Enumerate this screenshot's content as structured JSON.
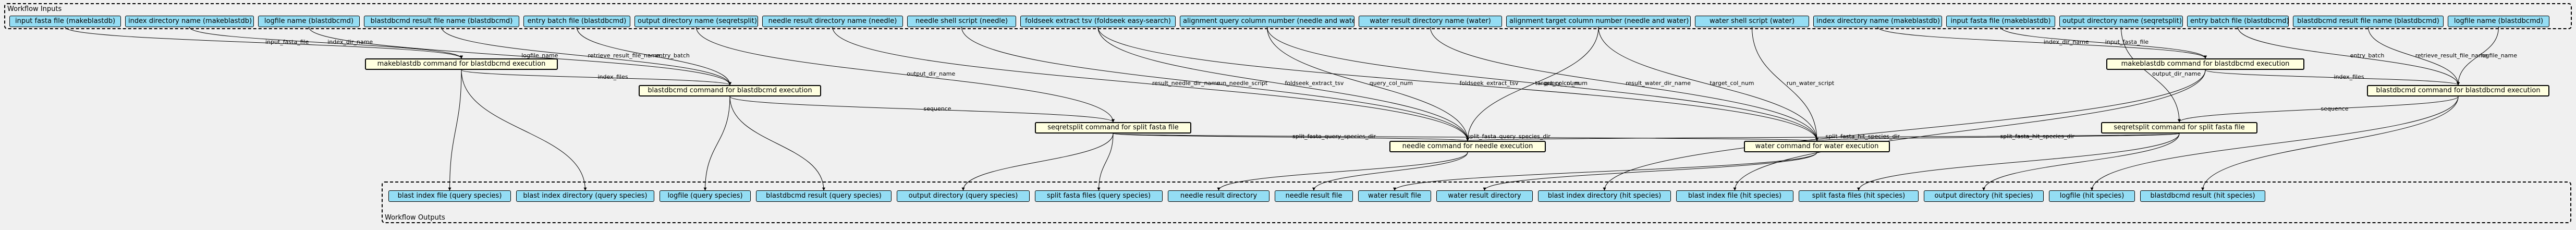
{
  "clusters": {
    "inputs_label": "Workflow Inputs",
    "outputs_label": "Workflow Outputs"
  },
  "inputs": [
    {
      "id": "in0",
      "label": "input fasta file (makeblastdb)"
    },
    {
      "id": "in1",
      "label": "index directory name (makeblastdb)"
    },
    {
      "id": "in2",
      "label": "logfile name (blastdbcmd)"
    },
    {
      "id": "in3",
      "label": "blastdbcmd result file name (blastdbcmd)"
    },
    {
      "id": "in4",
      "label": "entry batch file (blastdbcmd)"
    },
    {
      "id": "in5",
      "label": "output directory name (seqretsplit)"
    },
    {
      "id": "in6",
      "label": "needle result directory name (needle)"
    },
    {
      "id": "in7",
      "label": "needle shell script (needle)"
    },
    {
      "id": "in8",
      "label": "foldseek extract tsv (foldseek easy-search)"
    },
    {
      "id": "in9",
      "label": "alignment query column number (needle and water)"
    },
    {
      "id": "in10",
      "label": "water result directory name (water)"
    },
    {
      "id": "in11",
      "label": "alignment target column number (needle and water)"
    },
    {
      "id": "in12",
      "label": "water shell script (water)"
    },
    {
      "id": "in13",
      "label": "index directory name (makeblastdb)"
    },
    {
      "id": "in14",
      "label": "input fasta file (makeblastdb)"
    },
    {
      "id": "in15",
      "label": "output directory name (seqretsplit)"
    },
    {
      "id": "in16",
      "label": "entry batch file (blastdbcmd)"
    },
    {
      "id": "in17",
      "label": "blastdbcmd result file name (blastdbcmd)"
    },
    {
      "id": "in18",
      "label": "logfile name (blastdbcmd)"
    }
  ],
  "steps": [
    {
      "id": "s0",
      "label": "makeblastdb command for blastdbcmd execution"
    },
    {
      "id": "s1",
      "label": "blastdbcmd command for blastdbcmd execution"
    },
    {
      "id": "s2",
      "label": "seqretsplit command for split fasta file"
    },
    {
      "id": "s3",
      "label": "needle command for needle execution"
    },
    {
      "id": "s4",
      "label": "water command for water execution"
    },
    {
      "id": "s5",
      "label": "makeblastdb command for blastdbcmd execution"
    },
    {
      "id": "s6",
      "label": "seqretsplit command for split fasta file"
    },
    {
      "id": "s7",
      "label": "blastdbcmd command for blastdbcmd execution"
    }
  ],
  "outputs": [
    {
      "id": "o0",
      "label": "blast index file (query species)"
    },
    {
      "id": "o1",
      "label": "blast index directory (query species)"
    },
    {
      "id": "o2",
      "label": "logfile (query species)"
    },
    {
      "id": "o3",
      "label": "blastdbcmd result (query species)"
    },
    {
      "id": "o4",
      "label": "output directory (query species)"
    },
    {
      "id": "o5",
      "label": "split fasta files (query species)"
    },
    {
      "id": "o6",
      "label": "needle result directory"
    },
    {
      "id": "o7",
      "label": "needle result file"
    },
    {
      "id": "o8",
      "label": "water result file"
    },
    {
      "id": "o9",
      "label": "water result directory"
    },
    {
      "id": "o10",
      "label": "blast index directory (hit species)"
    },
    {
      "id": "o11",
      "label": "blast index file (hit species)"
    },
    {
      "id": "o12",
      "label": "split fasta files (hit species)"
    },
    {
      "id": "o13",
      "label": "output directory (hit species)"
    },
    {
      "id": "o14",
      "label": "logfile (hit species)"
    },
    {
      "id": "o15",
      "label": "blastdbcmd result (hit species)"
    }
  ],
  "edges": [
    {
      "from": "in0",
      "to": "s0",
      "label": "input_fasta_file"
    },
    {
      "from": "in1",
      "to": "s0",
      "label": "index_dir_name"
    },
    {
      "from": "in2",
      "to": "s1",
      "label": "logfile_name"
    },
    {
      "from": "in3",
      "to": "s1",
      "label": "retrieve_result_file_name"
    },
    {
      "from": "in4",
      "to": "s1",
      "label": "entry_batch"
    },
    {
      "from": "s0",
      "to": "s1",
      "label": "index_files"
    },
    {
      "from": "in5",
      "to": "s2",
      "label": "output_dir_name"
    },
    {
      "from": "s1",
      "to": "s2",
      "label": "sequence"
    },
    {
      "from": "in6",
      "to": "s3",
      "label": "result_needle_dir_name"
    },
    {
      "from": "in7",
      "to": "s3",
      "label": "run_needle_script"
    },
    {
      "from": "in8",
      "to": "s3",
      "label": "foldseek_extract_tsv"
    },
    {
      "from": "in8",
      "to": "s4",
      "label": "foldseek_extract_tsv"
    },
    {
      "from": "in9",
      "to": "s3",
      "label": "query_col_num"
    },
    {
      "from": "in9",
      "to": "s4",
      "label": "query_col_num"
    },
    {
      "from": "in10",
      "to": "s4",
      "label": "result_water_dir_name"
    },
    {
      "from": "in11",
      "to": "s3",
      "label": "target_col_num"
    },
    {
      "from": "in11",
      "to": "s4",
      "label": "target_col_num"
    },
    {
      "from": "in12",
      "to": "s4",
      "label": "run_water_script"
    },
    {
      "from": "s2",
      "to": "s3",
      "label": "split_fasta_query_species_dir"
    },
    {
      "from": "s2",
      "to": "s4",
      "label": "split_fasta_query_species_dir"
    },
    {
      "from": "s6",
      "to": "s3",
      "label": "split_fasta_hit_species_dir"
    },
    {
      "from": "s6",
      "to": "s4",
      "label": "split_fasta_hit_species_dir"
    },
    {
      "from": "in13",
      "to": "s5",
      "label": "index_dir_name"
    },
    {
      "from": "in14",
      "to": "s5",
      "label": "input_fasta_file"
    },
    {
      "from": "in15",
      "to": "s6",
      "label": "output_dir_name"
    },
    {
      "from": "in16",
      "to": "s7",
      "label": "entry_batch"
    },
    {
      "from": "in17",
      "to": "s7",
      "label": "retrieve_result_file_name"
    },
    {
      "from": "in18",
      "to": "s7",
      "label": "logfile_name"
    },
    {
      "from": "s5",
      "to": "s7",
      "label": "index_files"
    },
    {
      "from": "s7",
      "to": "s6",
      "label": "sequence"
    },
    {
      "from": "s0",
      "to": "o0",
      "label": ""
    },
    {
      "from": "s0",
      "to": "o1",
      "label": ""
    },
    {
      "from": "s1",
      "to": "o2",
      "label": ""
    },
    {
      "from": "s1",
      "to": "o3",
      "label": ""
    },
    {
      "from": "s2",
      "to": "o4",
      "label": ""
    },
    {
      "from": "s2",
      "to": "o5",
      "label": ""
    },
    {
      "from": "s3",
      "to": "o6",
      "label": ""
    },
    {
      "from": "s3",
      "to": "o7",
      "label": ""
    },
    {
      "from": "s4",
      "to": "o8",
      "label": ""
    },
    {
      "from": "s4",
      "to": "o9",
      "label": ""
    },
    {
      "from": "s5",
      "to": "o10",
      "label": ""
    },
    {
      "from": "s5",
      "to": "o11",
      "label": ""
    },
    {
      "from": "s6",
      "to": "o12",
      "label": ""
    },
    {
      "from": "s6",
      "to": "o13",
      "label": ""
    },
    {
      "from": "s7",
      "to": "o14",
      "label": ""
    },
    {
      "from": "s7",
      "to": "o15",
      "label": ""
    }
  ]
}
